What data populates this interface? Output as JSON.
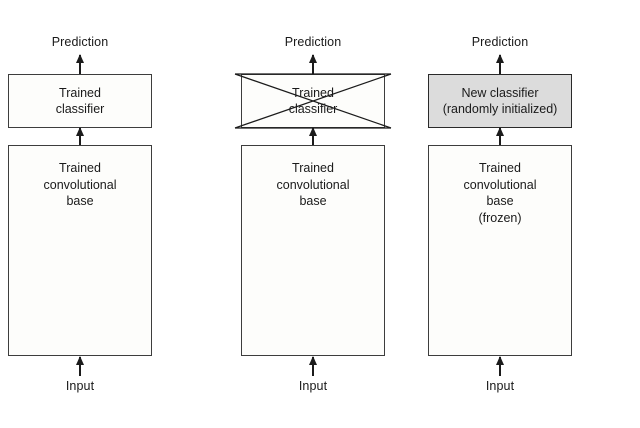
{
  "figure": {
    "type": "diagram",
    "background_color": "#ffffff",
    "highlight_fill": "#dcdcdc",
    "line_color": "#1b1b1b"
  },
  "columns": [
    {
      "id": "column-1-full-pretrained-model",
      "output_label": "Prediction",
      "input_label": "Input",
      "classifier": {
        "text": "Trained\nclassifier",
        "highlighted": false,
        "crossed_out": false
      },
      "base": {
        "text": "Trained\nconvolutional\nbase"
      }
    },
    {
      "id": "column-2-classifier-removed",
      "output_label": "Prediction",
      "input_label": "Input",
      "classifier": {
        "text": "Trained\nclassifier",
        "highlighted": false,
        "crossed_out": true
      },
      "base": {
        "text": "Trained\nconvolutional\nbase"
      }
    },
    {
      "id": "column-3-new-classifier-frozen-base",
      "output_label": "Prediction",
      "input_label": "Input",
      "classifier": {
        "text": "New classifier\n(randomly initialized)",
        "highlighted": true,
        "crossed_out": false
      },
      "base": {
        "text": "Trained\nconvolutional\nbase\n(frozen)"
      }
    }
  ]
}
